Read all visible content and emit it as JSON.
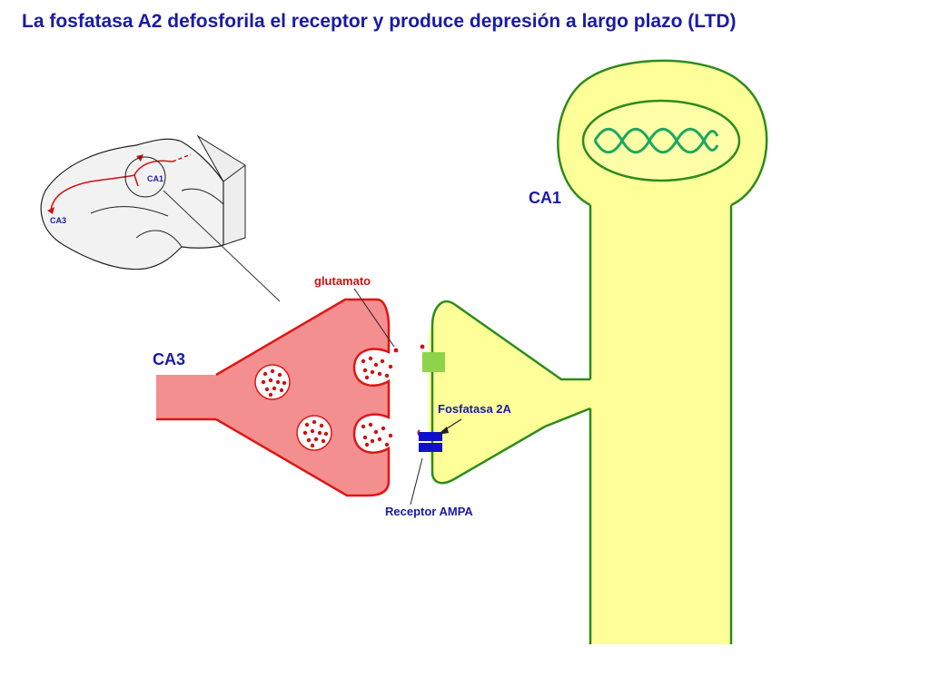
{
  "title": "La fosfatasa A2 defosforila el receptor y produce depresión a largo plazo (LTD)",
  "labels": {
    "ca1_main": "CA1",
    "ca3_main": "CA3",
    "brain_ca1": "CA1",
    "brain_ca3": "CA3",
    "glutamate": "glutamato",
    "phosphatase": "Fosfatasa 2A",
    "ampa_receptor": "Receptor AMPA"
  },
  "colors": {
    "title": "#1a1aa6",
    "presynaptic_fill": "#f48f8f",
    "presynaptic_stroke": "#e01515",
    "postsynaptic_fill": "#ffff99",
    "postsynaptic_stroke": "#2e8b1e",
    "dna": "#1aa860",
    "receptor": "#1010cc",
    "phosphatase_block": "#8ed44a",
    "neurotransmitter": "#d01010"
  }
}
